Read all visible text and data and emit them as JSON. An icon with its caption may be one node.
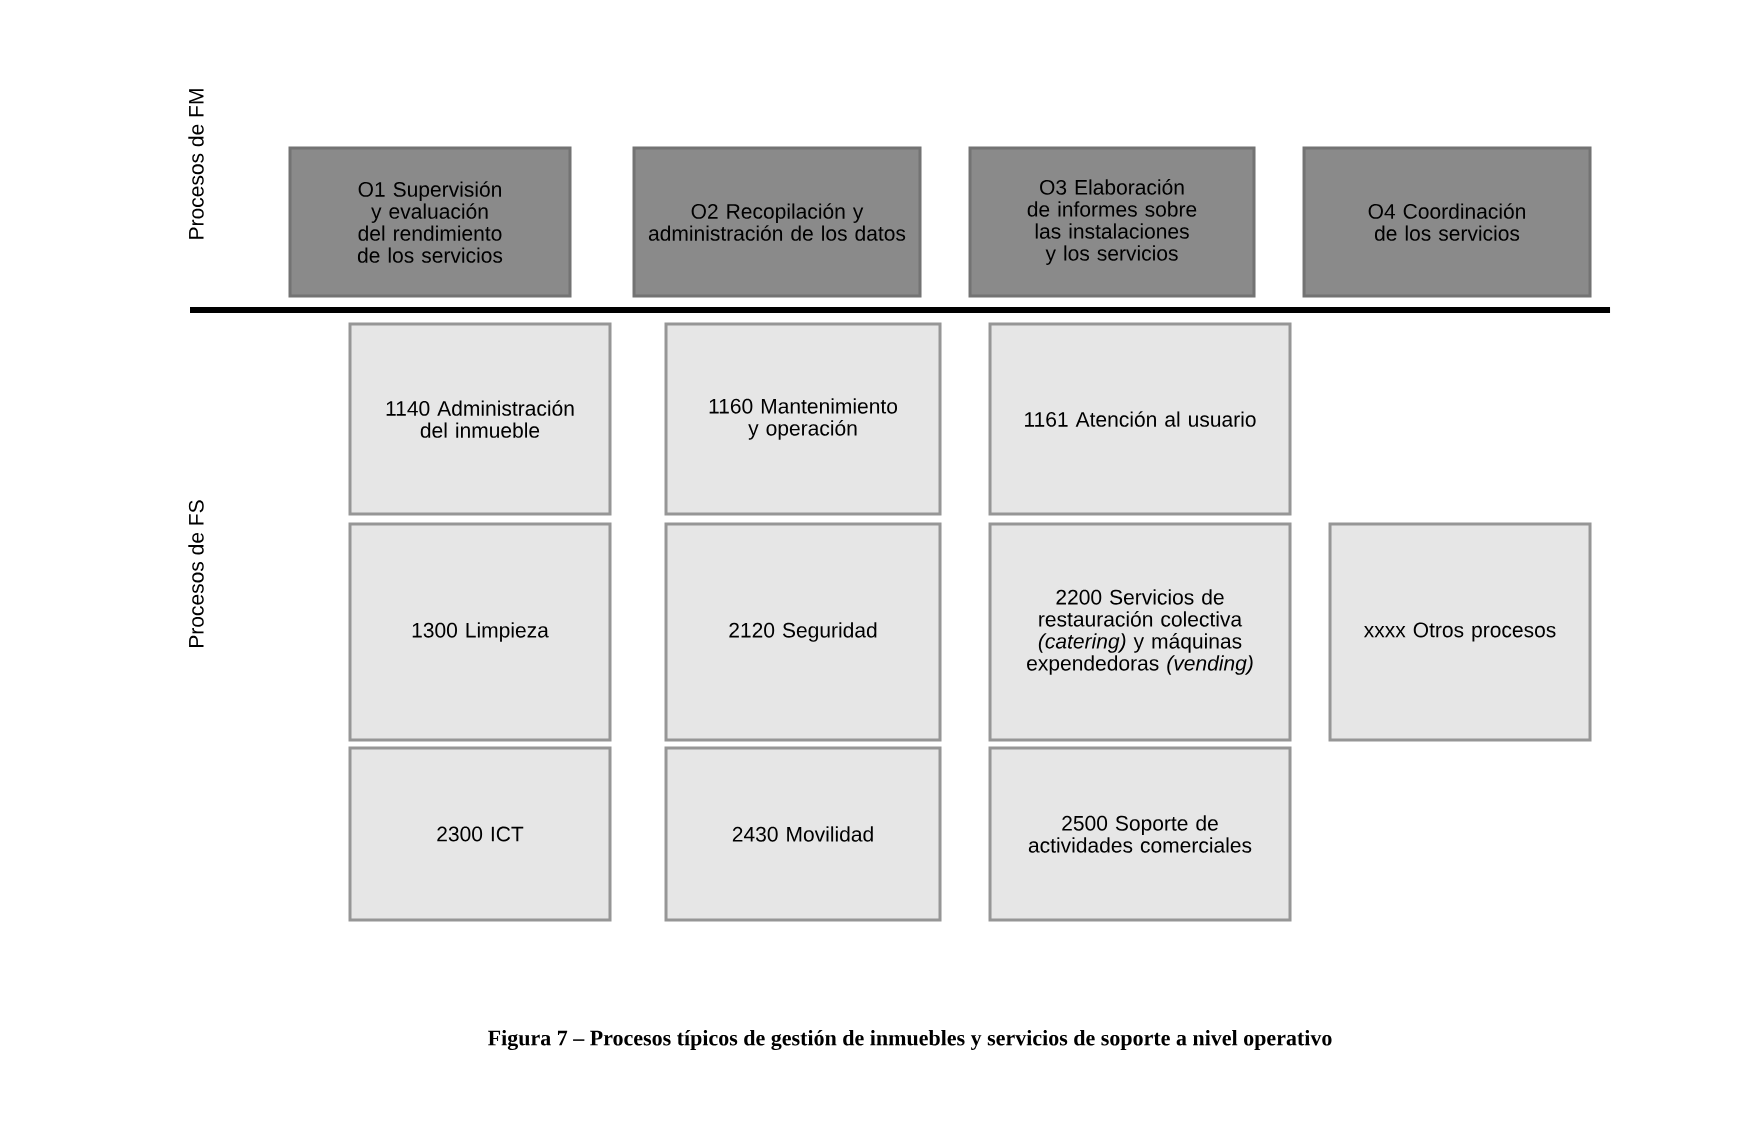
{
  "diagram": {
    "caption": "Figura 7 – Procesos típicos de gestión de inmuebles y servicios de soporte a nivel operativo",
    "nodes": [
      {
        "text": [
          "O1 Supervisión y evaluación del rendimiento de los servicios"
        ]
      },
      {
        "text": [
          "O2 Recopilación y administración de los datos"
        ]
      },
      {
        "text": [
          "O3 Elaboración de informes sobre las instalaciones y los servicios"
        ]
      },
      {
        "text": [
          "O4 Coordinación de los servicios"
        ]
      },
      {
        "text": [
          "1140 Administración del inmueble"
        ]
      },
      {
        "text": [
          "1160 Mantenimiento y operación"
        ]
      },
      {
        "text": [
          "1161 Atención al usuario"
        ]
      },
      {
        "text": [
          "1300 Limpieza"
        ]
      },
      {
        "text": [
          "2120 Seguridad"
        ]
      },
      {
        "text": [
          "2200 Servicios de restauración colectiva *(catering)* y máquinas expendedoras *(vending)*"
        ]
      },
      {
        "text": [
          "xxxx Otros procesos"
        ]
      },
      {
        "text": [
          "2300 ICT"
        ]
      },
      {
        "text": [
          "2430 Movilidad"
        ]
      },
      {
        "text": [
          "2500 Soporte de actividades comerciales"
        ]
      }
    ],
    "labels": [
      "Procesos de FM",
      "Procesos de FS"
    ]
  }
}
